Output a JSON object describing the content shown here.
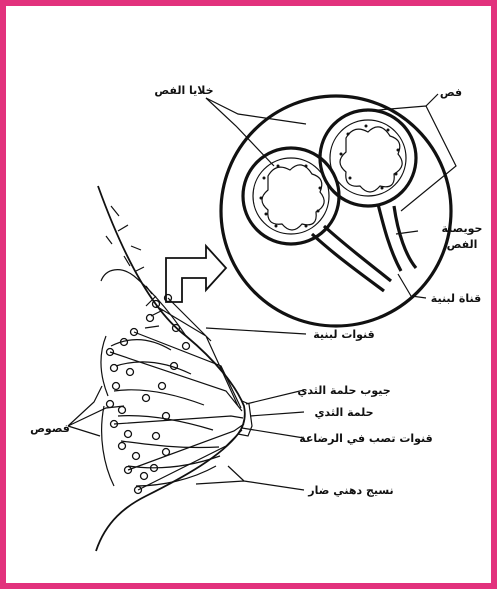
{
  "diagram": {
    "labels": {
      "lobule": "فص",
      "alveoli_cells": "خلايا الفص",
      "alveolus_1": "حويصلة",
      "alveolus_2": "الفص",
      "lactiferous_duct_small": "قناة لبنية",
      "milk_ducts": "قنوات لبنية",
      "lactiferous_sinus": "جيوب حلمة الثدي",
      "nipple": "حلمة الثدي",
      "ducts_to_nipple": "قنوات تصب في الرضاعة",
      "lobes": "فصوص",
      "fatty_tissue": "نسيج دهني ضار"
    }
  }
}
